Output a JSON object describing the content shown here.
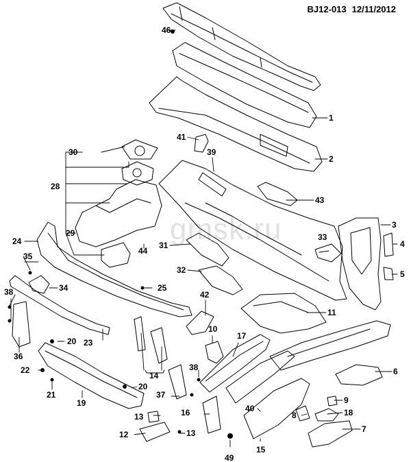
{
  "header": {
    "code": "BJ12-013",
    "date": "12/11/2012"
  },
  "watermark": "gmsk.ru",
  "callouts": [
    {
      "id": "c1",
      "text": "1"
    },
    {
      "id": "c2",
      "text": "2"
    },
    {
      "id": "c3",
      "text": "3"
    },
    {
      "id": "c4",
      "text": "4"
    },
    {
      "id": "c5",
      "text": "5"
    },
    {
      "id": "c6",
      "text": "6"
    },
    {
      "id": "c7",
      "text": "7"
    },
    {
      "id": "c8",
      "text": "8"
    },
    {
      "id": "c9",
      "text": "9"
    },
    {
      "id": "c10",
      "text": "10"
    },
    {
      "id": "c11",
      "text": "11"
    },
    {
      "id": "c12",
      "text": "12"
    },
    {
      "id": "c13a",
      "text": "13"
    },
    {
      "id": "c13b",
      "text": "13"
    },
    {
      "id": "c14",
      "text": "14"
    },
    {
      "id": "c15",
      "text": "15"
    },
    {
      "id": "c16",
      "text": "16"
    },
    {
      "id": "c17",
      "text": "17"
    },
    {
      "id": "c18",
      "text": "18"
    },
    {
      "id": "c19",
      "text": "19"
    },
    {
      "id": "c20a",
      "text": "20"
    },
    {
      "id": "c20b",
      "text": "20"
    },
    {
      "id": "c21",
      "text": "21"
    },
    {
      "id": "c22",
      "text": "22"
    },
    {
      "id": "c23",
      "text": "23"
    },
    {
      "id": "c24",
      "text": "24"
    },
    {
      "id": "c25",
      "text": "25"
    },
    {
      "id": "c28",
      "text": "28"
    },
    {
      "id": "c29",
      "text": "29"
    },
    {
      "id": "c30",
      "text": "30"
    },
    {
      "id": "c31",
      "text": "31"
    },
    {
      "id": "c32",
      "text": "32"
    },
    {
      "id": "c33",
      "text": "33"
    },
    {
      "id": "c34",
      "text": "34"
    },
    {
      "id": "c35",
      "text": "35"
    },
    {
      "id": "c36",
      "text": "36"
    },
    {
      "id": "c37",
      "text": "37"
    },
    {
      "id": "c38a",
      "text": "38"
    },
    {
      "id": "c38b",
      "text": "38"
    },
    {
      "id": "c39",
      "text": "39"
    },
    {
      "id": "c40",
      "text": "40"
    },
    {
      "id": "c41",
      "text": "41"
    },
    {
      "id": "c42",
      "text": "42"
    },
    {
      "id": "c43",
      "text": "43"
    },
    {
      "id": "c44",
      "text": "44"
    },
    {
      "id": "c46",
      "text": "46"
    },
    {
      "id": "c49",
      "text": "49"
    }
  ]
}
